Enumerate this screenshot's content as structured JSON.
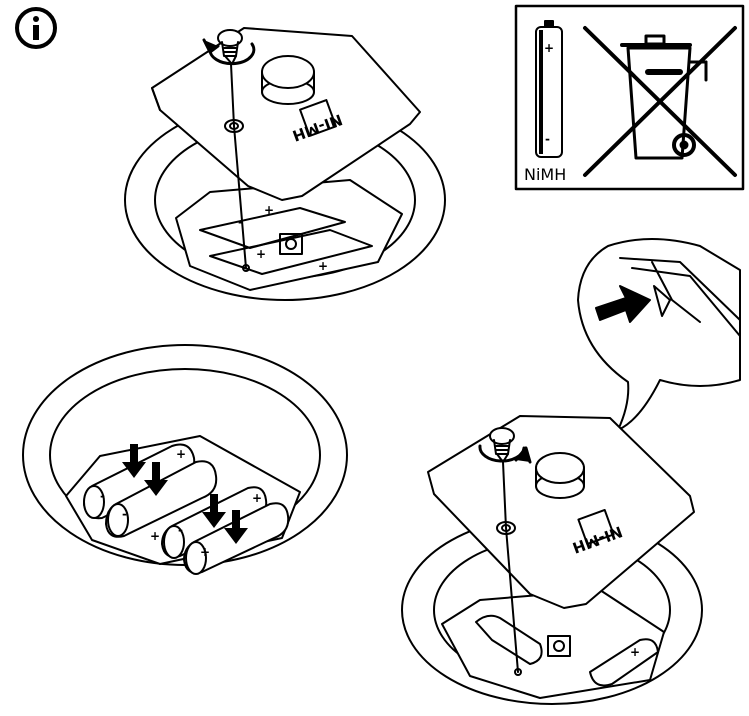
{
  "info_symbol": {
    "icon": "info-icon",
    "glyph": "i"
  },
  "recycling_box": {
    "label": "NiMH",
    "battery_plus": "+",
    "battery_minus": "-",
    "icon": "crossed-out-wheelie-bin-icon"
  },
  "plate_marking": {
    "text": "NI-MH",
    "icon": "battery-recycling-symbol-icon"
  },
  "polarity": {
    "plus": "+",
    "minus": "-"
  },
  "colors": {
    "line": "#000000",
    "fill": "#ffffff"
  }
}
